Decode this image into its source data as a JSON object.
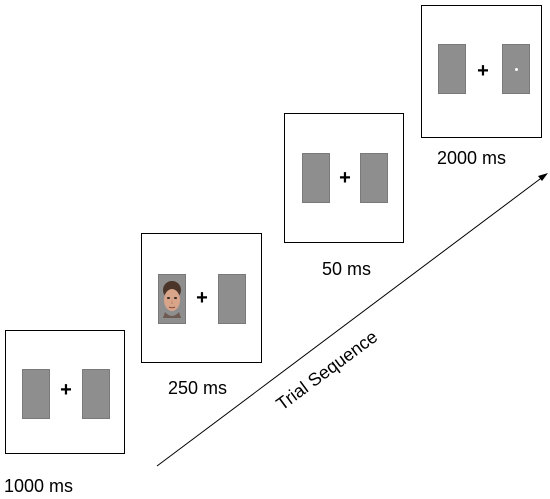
{
  "trials": [
    {
      "duration": "1000 ms",
      "left_stimulus": "blank",
      "right_stimulus": "blank"
    },
    {
      "duration": "250 ms",
      "left_stimulus": "face",
      "right_stimulus": "blank"
    },
    {
      "duration": "50 ms",
      "left_stimulus": "blank",
      "right_stimulus": "blank"
    },
    {
      "duration": "2000 ms",
      "left_stimulus": "blank",
      "right_stimulus": "dot-probe"
    }
  ],
  "fixation": "+",
  "sequence_label": "Trial Sequence",
  "colors": {
    "placeholder_box": "#8e8e8e",
    "frame_border": "#000000",
    "probe_dot": "#ffffff",
    "text": "#000000"
  }
}
